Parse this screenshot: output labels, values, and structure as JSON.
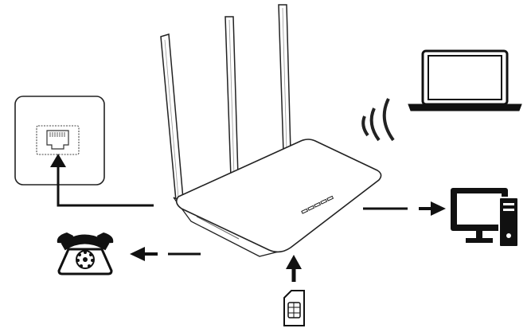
{
  "diagram": {
    "nodes": [
      {
        "id": "router",
        "icon": "wireless-router-icon",
        "antennas": 3,
        "leds": 5
      },
      {
        "id": "ethernet-wall-port",
        "icon": "ethernet-wall-port-icon"
      },
      {
        "id": "laptop",
        "icon": "laptop-icon"
      },
      {
        "id": "desktop-computer",
        "icon": "desktop-computer-icon"
      },
      {
        "id": "telephone",
        "icon": "telephone-icon"
      },
      {
        "id": "sim-card",
        "icon": "sim-card-icon"
      }
    ],
    "connections": [
      {
        "from": "ethernet-wall-port",
        "to": "router",
        "medium": "cable",
        "arrow_points_to": "ethernet-wall-port"
      },
      {
        "from": "router",
        "to": "telephone",
        "medium": "cable",
        "arrow_points_to": "telephone"
      },
      {
        "from": "router",
        "to": "desktop-computer",
        "medium": "cable",
        "arrow_points_to": "desktop-computer"
      },
      {
        "from": "sim-card",
        "to": "router",
        "medium": "insert",
        "arrow_points_to": "router"
      },
      {
        "from": "router",
        "to": "laptop",
        "medium": "wifi",
        "icon": "wifi-waves-icon"
      }
    ],
    "colors": {
      "line": "#111111",
      "fill": "#ffffff"
    }
  }
}
